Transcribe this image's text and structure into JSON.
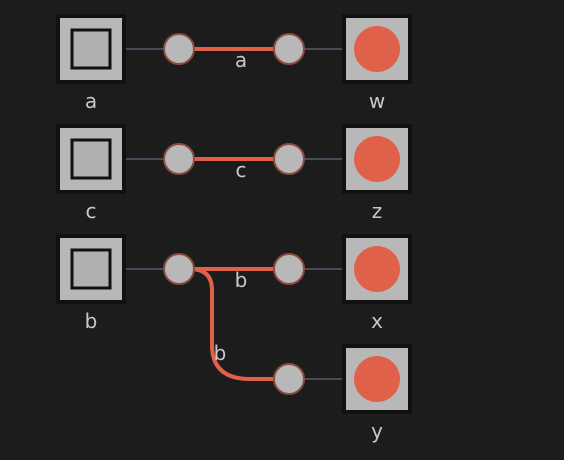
{
  "colors": {
    "background": "#1c1c1c",
    "node_fill": "#b8b8b8",
    "node_border": "#111111",
    "input_inner": "#b0b0b0",
    "output_dot": "#e0614a",
    "port_fill": "#b8b8b8",
    "port_stroke": "#8a4a3c",
    "wire_active": "#e0614a",
    "wire_stub": "#4a4a5a",
    "label": "#c8c8c8"
  },
  "inputs": [
    {
      "id": "in-a",
      "label": "a",
      "icon": "input-square-icon"
    },
    {
      "id": "in-c",
      "label": "c",
      "icon": "input-square-icon"
    },
    {
      "id": "in-b",
      "label": "b",
      "icon": "input-square-icon"
    }
  ],
  "outputs": [
    {
      "id": "out-w",
      "label": "w",
      "icon": "output-dot-icon"
    },
    {
      "id": "out-z",
      "label": "z",
      "icon": "output-dot-icon"
    },
    {
      "id": "out-x",
      "label": "x",
      "icon": "output-dot-icon"
    },
    {
      "id": "out-y",
      "label": "y",
      "icon": "output-dot-icon"
    }
  ],
  "connections": [
    {
      "from": "in-a",
      "to": "out-w",
      "label": "a"
    },
    {
      "from": "in-c",
      "to": "out-z",
      "label": "c"
    },
    {
      "from": "in-b",
      "to": "out-x",
      "label": "b"
    },
    {
      "from": "in-b",
      "to": "out-y",
      "label": "b"
    }
  ]
}
